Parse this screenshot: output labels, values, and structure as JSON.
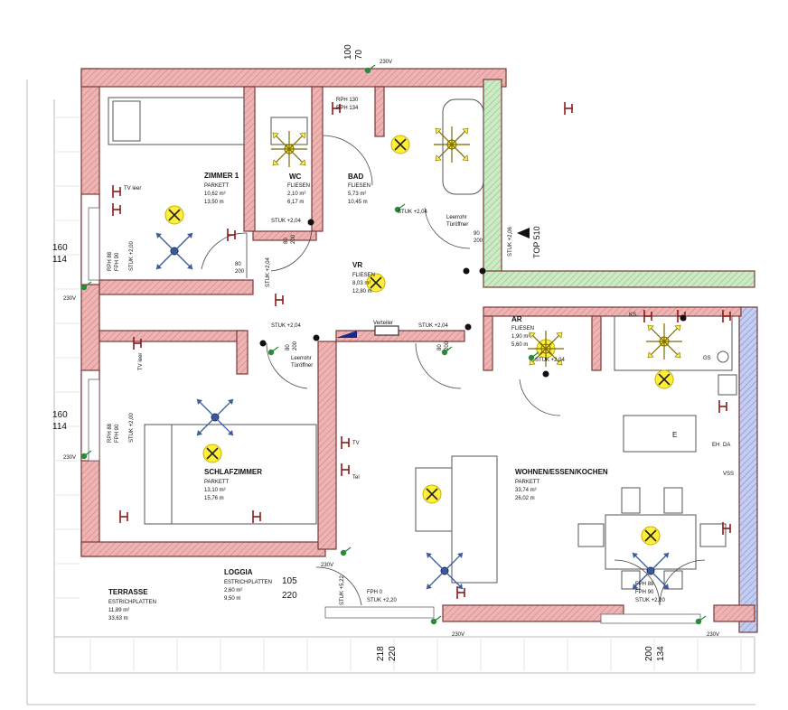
{
  "colors": {
    "wall_fill": "#e8a8a8",
    "wall_stroke": "#8a3a3a",
    "wall_green": "#a8d8a0",
    "wall_blue": "#9aa8e0",
    "lamp_yellow": "#ffef3a",
    "fixture_blue": "#2a3f7a",
    "fixture_red": "#8a1a1a",
    "fixture_green": "#2a8a3a",
    "line_gray": "#555555"
  },
  "rooms": {
    "zimmer1": {
      "name": "ZIMMER 1",
      "floor": "PARKETT",
      "area": "10,62 m²",
      "perimeter": "13,50 m"
    },
    "wc": {
      "name": "WC",
      "floor": "FLIESEN",
      "area": "2,10 m²",
      "perimeter": "6,17 m"
    },
    "bad": {
      "name": "BAD",
      "floor": "FLIESEN",
      "area": "5,73 m²",
      "perimeter": "10,45 m"
    },
    "vr": {
      "name": "VR",
      "floor": "FLIESEN",
      "area": "8,03 m²",
      "perimeter": "12,80 m"
    },
    "ar": {
      "name": "AR",
      "floor": "FLIESEN",
      "area": "1,90 m²",
      "perimeter": "5,60 m"
    },
    "schlaf": {
      "name": "SCHLAFZIMMER",
      "floor": "PARKETT",
      "area": "13,10 m²",
      "perimeter": "15,76 m"
    },
    "wohnen": {
      "name": "WOHNEN/ESSEN/KOCHEN",
      "floor": "PARKETT",
      "area": "33,74 m²",
      "perimeter": "26,02 m"
    },
    "loggia": {
      "name": "LOGGIA",
      "floor": "ESTRICHPLATTEN",
      "area": "2,60 m²",
      "perimeter": "9,50 m"
    },
    "terrasse": {
      "name": "TERRASSE",
      "floor": "ESTRICHPLATTEN",
      "area": "11,89 m²",
      "perimeter": "33,63 m"
    }
  },
  "dims": {
    "top_a": "100",
    "top_b": "70",
    "left1_a": "160",
    "left1_b": "114",
    "left2_a": "160",
    "left2_b": "114",
    "loggia_a": "105",
    "loggia_b": "220",
    "bottom1_a": "218",
    "bottom1_b": "220",
    "bottom2_a": "200",
    "bottom2_b": "134",
    "door_wc_a": "80",
    "door_wc_b": "200",
    "door_z1_a": "80",
    "door_z1_b": "200",
    "door_bad_a": "90",
    "door_bad_b": "200",
    "door_vr_a": "80",
    "door_vr_b": "200",
    "door_vr2_a": "80",
    "door_vr2_b": "200"
  },
  "labels": {
    "top510": "TOP 510",
    "v230": "230V",
    "stuk204": "STUK +2,04",
    "stuk206": "STUK +2,06",
    "stuk200": "STUK +2,00",
    "stuk220": "STUK +2,20",
    "stuk522": "STUK +5,22",
    "fph0": "FPH 0",
    "fph88": "FPH 88",
    "fph90": "FPH 90",
    "rph88": "RPH 88",
    "verteiler": "Verteiler",
    "leerrohr": "Leerrohr",
    "tueroeffner": "Türöffner",
    "tv": "TV",
    "tel": "Tel",
    "tvleer": "TV leer",
    "e": "E",
    "gs": "GS",
    "eh": "EH",
    "da": "DA",
    "vss": "VSS",
    "ks": "KS",
    "nr130": "RPH 130",
    "nr134": "RPH 134"
  }
}
